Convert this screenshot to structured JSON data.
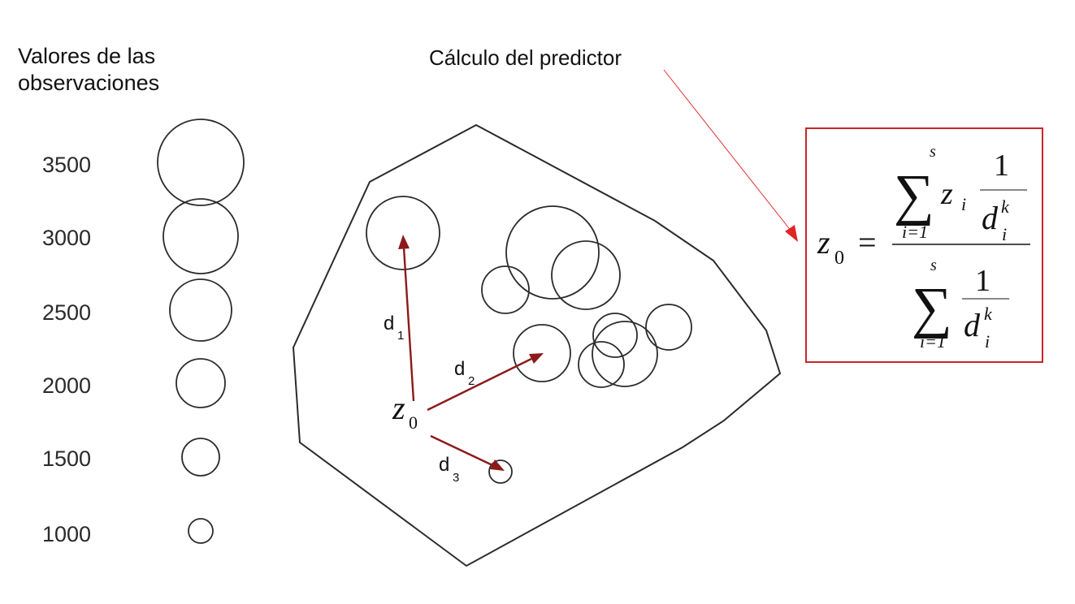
{
  "legend": {
    "title_line1": "Valores de las",
    "title_line2": "observaciones",
    "values": [
      "3500",
      "3000",
      "2500",
      "2000",
      "1500",
      "1000"
    ]
  },
  "callout": {
    "label": "Cálculo del predictor"
  },
  "point": {
    "z": "z",
    "sub": "0"
  },
  "distances": [
    {
      "d": "d",
      "sub": "1"
    },
    {
      "d": "d",
      "sub": "2"
    },
    {
      "d": "d",
      "sub": "3"
    }
  ],
  "formula": {
    "lhs_var": "z",
    "lhs_sub": "0",
    "equals": "=",
    "sum_symbol": "∑",
    "sum_upper": "s",
    "sum_lower": "i=1",
    "z_term": "z",
    "z_sub": "i",
    "one": "1",
    "d": "d",
    "d_sub": "i",
    "d_sup": "k"
  },
  "colors": {
    "arrow": "#8b1a1a",
    "box": "#c8262b",
    "leader": "#e23030"
  }
}
